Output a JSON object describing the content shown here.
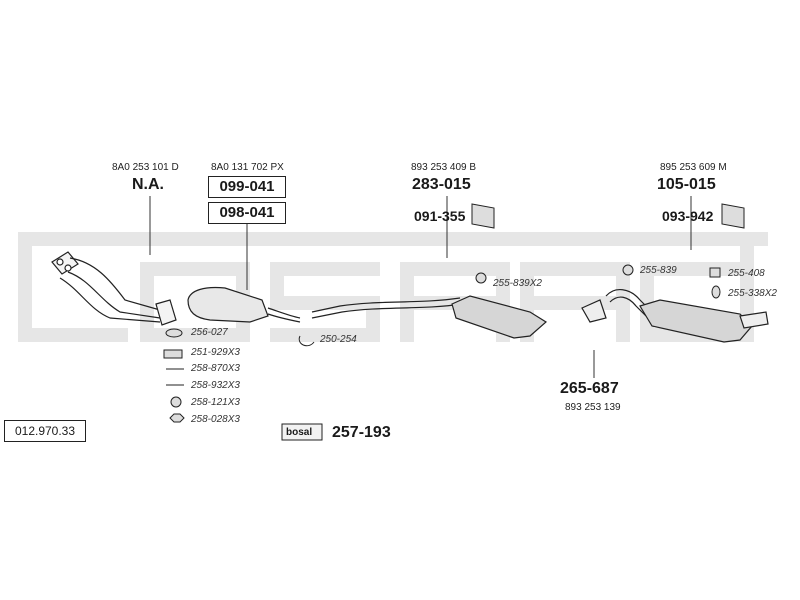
{
  "catalog_number": "012.970.33",
  "components": {
    "na": {
      "oe": "8A0 253 101 D",
      "part": "N.A."
    },
    "cat": {
      "oe": "8A0 131 702 PX",
      "parts": [
        "099-041",
        "098-041"
      ]
    },
    "front_muffler": {
      "oe": "893 253 409 B",
      "part": "283-015",
      "mount": "091-355"
    },
    "rear_muffler": {
      "oe": "895 253 609 M",
      "part": "105-015",
      "mount": "093-942"
    },
    "mid_pipe": {
      "part": "265-687",
      "oe": "893 253 139"
    },
    "kit": {
      "brand": "bosal",
      "part": "257-193"
    }
  },
  "hardware": {
    "gasket_256_027": "256-027",
    "spring_251_929": "251-929X3",
    "bolt_258_870": "258-870X3",
    "pin_258_932": "258-932X3",
    "washer_258_121": "258-121X3",
    "nut_258_028": "258-028X3",
    "clamp_250_254": "250-254",
    "ring_255_839x2": "255-839X2",
    "ring_255_839": "255-839",
    "rubber_255_408": "255-408",
    "ring_255_338x2": "255-338X2"
  },
  "colors": {
    "line": "#222222",
    "watermark": "#e3e3e3",
    "part_fill": "#cfcfcf"
  }
}
